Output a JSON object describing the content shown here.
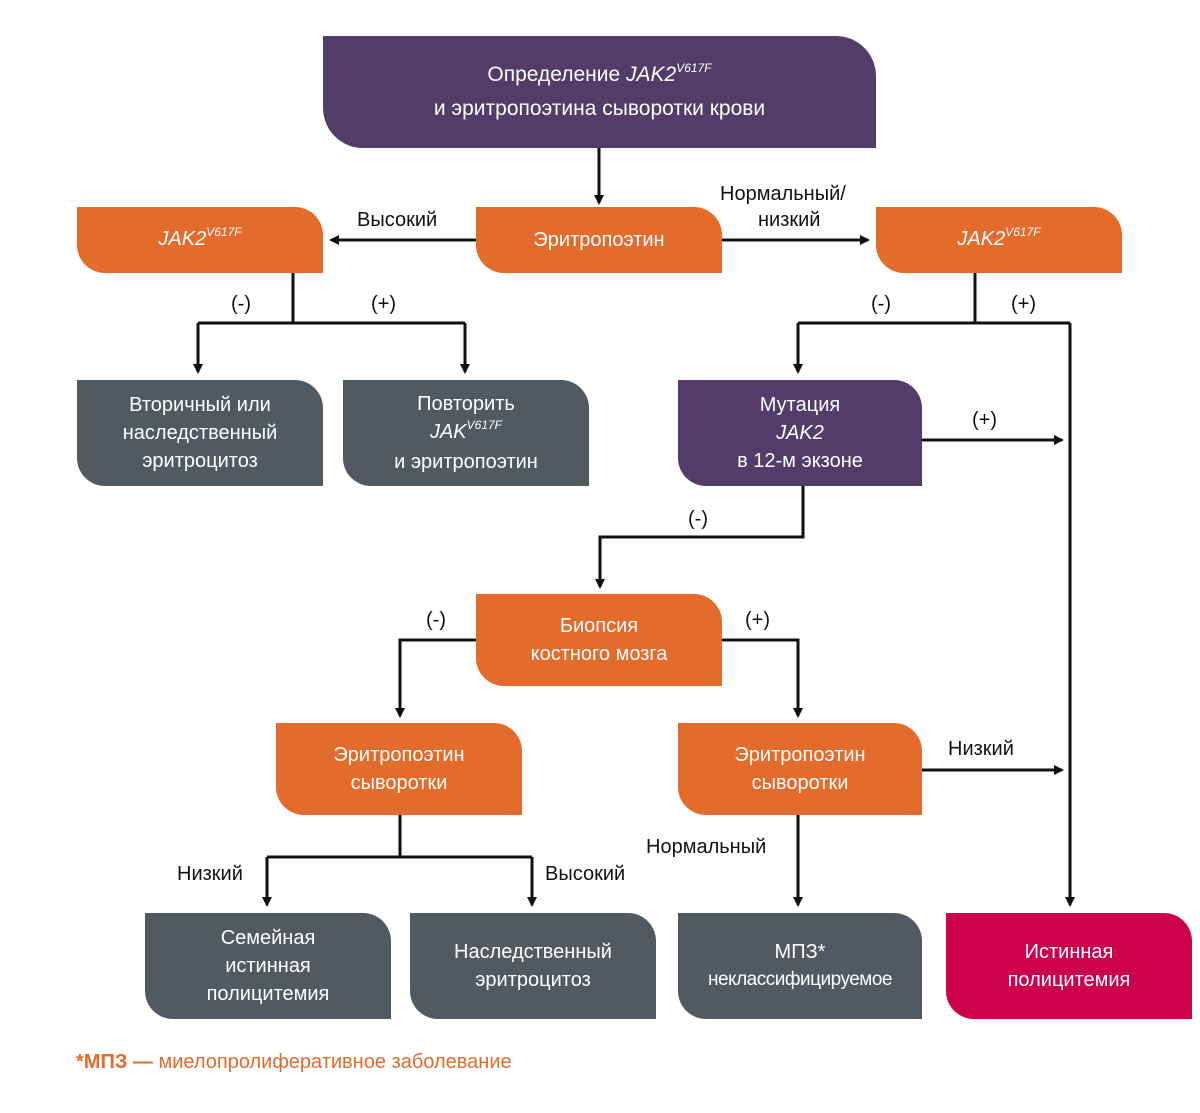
{
  "colors": {
    "purple": "#543c6a",
    "orange": "#e36b2c",
    "gray": "#515a60",
    "red": "#cc004b",
    "line": "#111111"
  },
  "nodes": {
    "top": {
      "line1_text": "Определение ",
      "line1_gene": "JAK2",
      "line1_sup": "V617F",
      "line2": "и эритропоэтина сыворотки крови"
    },
    "epo": {
      "text": "Эритропоэтин"
    },
    "jak_left": {
      "gene": "JAK2",
      "sup": "V617F"
    },
    "jak_right": {
      "gene": "JAK2",
      "sup": "V617F"
    },
    "secondary": {
      "lines": [
        "Вторичный или",
        "наследственный",
        "эритроцитоз"
      ]
    },
    "repeat": {
      "line1": "Повторить",
      "gene": "JAK",
      "sup": "V617F",
      "line3": "и эритропоэтин"
    },
    "mutation": {
      "line1": "Мутация",
      "gene": "JAK2",
      "line3": "в 12-м экзоне"
    },
    "biopsy": {
      "lines": [
        "Биопсия",
        "костного мозга"
      ]
    },
    "epo_serum_left": {
      "lines": [
        "Эритропоэтин",
        "сыворотки"
      ]
    },
    "epo_serum_right": {
      "lines": [
        "Эритропоэтин",
        "сыворотки"
      ]
    },
    "familial": {
      "lines": [
        "Семейная",
        "истинная",
        "полицитемия"
      ]
    },
    "hereditary": {
      "lines": [
        "Наследственный",
        "эритроцитоз"
      ]
    },
    "mpn": {
      "lines": [
        "МПЗ*",
        "неклассифицируемое"
      ]
    },
    "pv": {
      "lines": [
        "Истинная",
        "полицитемия"
      ]
    }
  },
  "edge_labels": {
    "high_epo": "Высокий",
    "normal_low_1": "Нормальный/",
    "normal_low_2": "низкий",
    "left_minus": "(-)",
    "left_plus": "(+)",
    "right_minus": "(-)",
    "right_plus": "(+)",
    "mutation_plus": "(+)",
    "mutation_minus": "(-)",
    "biopsy_minus": "(-)",
    "biopsy_plus": "(+)",
    "low_right": "Низкий",
    "low_left": "Низкий",
    "high_left": "Высокий",
    "normal": "Нормальный"
  },
  "footnote": {
    "abbr": "*МПЗ —",
    "text": " миелопролиферативное заболевание"
  }
}
